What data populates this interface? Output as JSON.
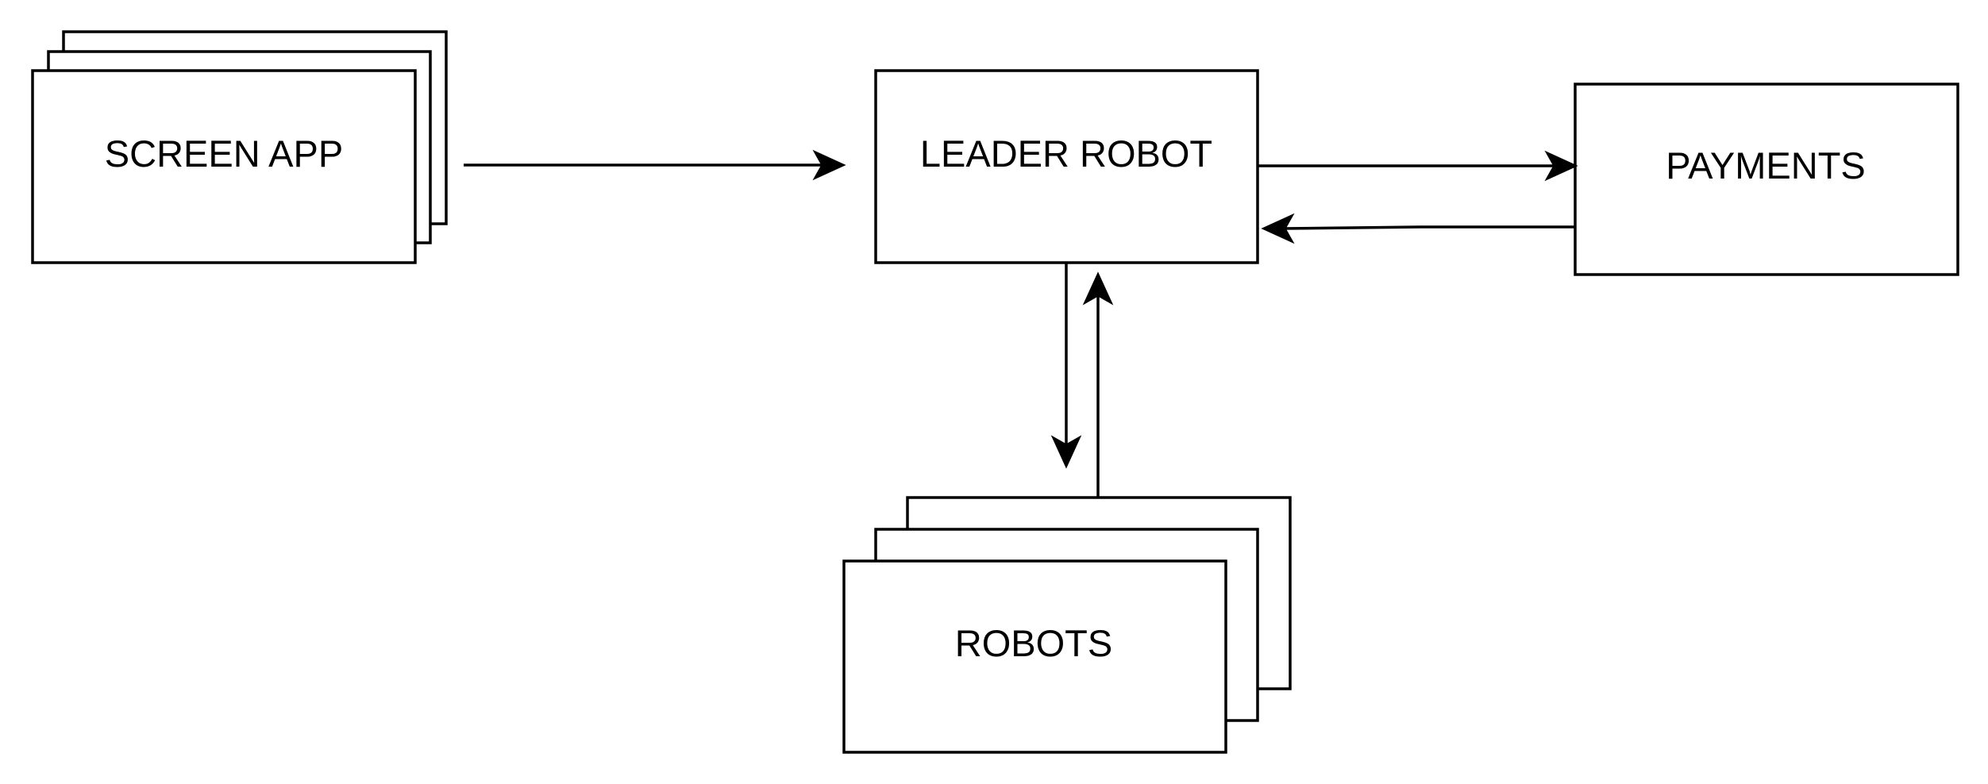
{
  "nodes": {
    "screen_app": {
      "label": "SCREEN APP",
      "stacked": true
    },
    "leader_robot": {
      "label": "LEADER ROBOT",
      "stacked": false
    },
    "payments": {
      "label": "PAYMENTS",
      "stacked": false
    },
    "robots": {
      "label": "ROBOTS",
      "stacked": true
    }
  },
  "edges": [
    {
      "from": "SCREEN APP",
      "to": "LEADER ROBOT"
    },
    {
      "from": "LEADER ROBOT",
      "to": "PAYMENTS"
    },
    {
      "from": "PAYMENTS",
      "to": "LEADER ROBOT"
    },
    {
      "from": "LEADER ROBOT",
      "to": "ROBOTS"
    },
    {
      "from": "ROBOTS",
      "to": "LEADER ROBOT"
    }
  ],
  "colors": {
    "stroke": "#000000",
    "background": "#ffffff"
  }
}
